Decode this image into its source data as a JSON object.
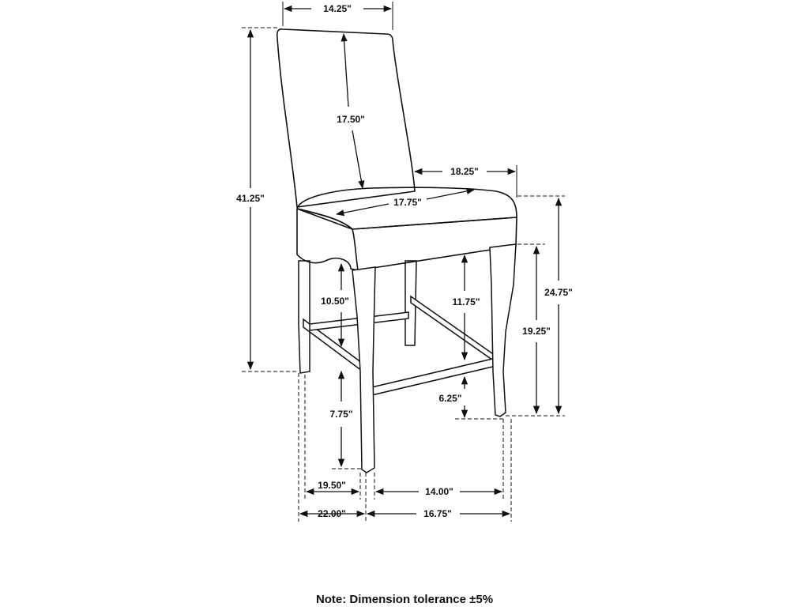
{
  "dimensions": {
    "back_width": "14.25\"",
    "back_height": "17.50\"",
    "overall_height": "41.25\"",
    "seat_depth": "18.25\"",
    "seat_width": "17.75\"",
    "seat_height": "24.75\"",
    "apron_clearance": "10.50\"",
    "apron_to_stretcher": "11.75\"",
    "stretcher_height_side": "19.25\"",
    "front_stretcher_height": "6.25\"",
    "side_stretcher_height": "7.75\"",
    "depth_outer": "19.50\"",
    "width_inner": "14.00\"",
    "overall_depth": "22.00\"",
    "overall_width": "16.75\""
  },
  "note": "Note: Dimension tolerance ±5%"
}
